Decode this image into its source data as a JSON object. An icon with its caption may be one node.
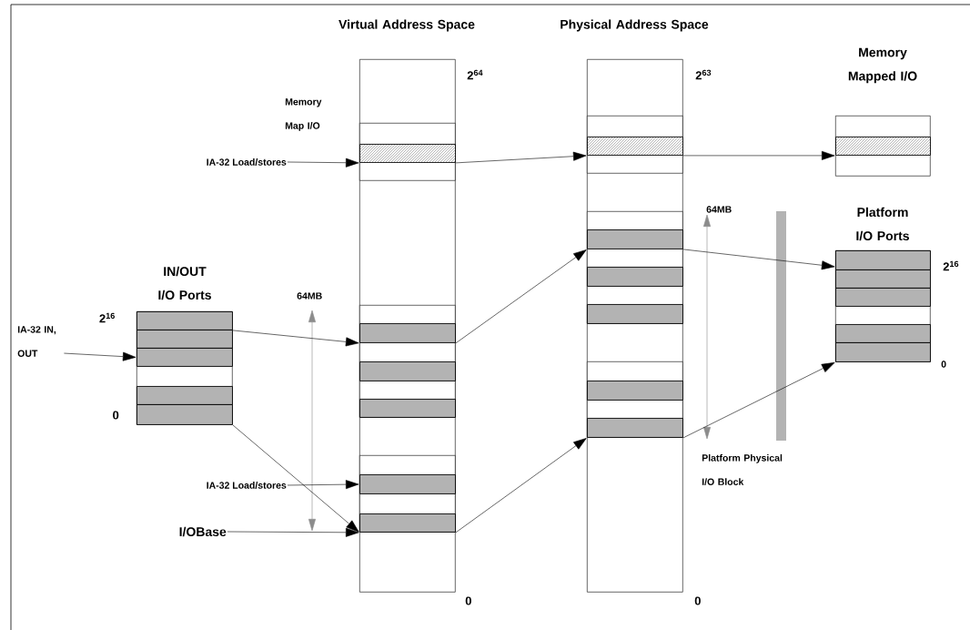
{
  "diagram": {
    "nodes": [
      {
        "text": [
          "Virtual Address Space"
        ]
      },
      {
        "text": [],
        "shape": "box",
        "in": 0
      },
      {
        "text": [],
        "shape": "bar",
        "in": 1
      },
      {
        "text": [],
        "shape": "box",
        "in": 0
      },
      {
        "text": [],
        "shape": "bar",
        "in": 3
      },
      {
        "text": [],
        "shape": "bar",
        "in": 3
      },
      {
        "text": [],
        "shape": "bar",
        "in": 3
      },
      {
        "text": [],
        "shape": "box",
        "in": 0
      },
      {
        "text": [],
        "shape": "bar",
        "in": 7
      },
      {
        "text": [],
        "shape": "bar",
        "in": 7
      },
      {
        "text": [
          "Physical Address Space"
        ]
      },
      {
        "text": [],
        "shape": "box",
        "in": 10
      },
      {
        "text": [],
        "shape": "bar",
        "in": 11
      },
      {
        "text": [],
        "shape": "box",
        "in": 10
      },
      {
        "text": [],
        "shape": "bar",
        "in": 13
      },
      {
        "text": [],
        "shape": "bar",
        "in": 13
      },
      {
        "text": [],
        "shape": "bar",
        "in": 13
      },
      {
        "text": [],
        "shape": "box",
        "in": 10
      },
      {
        "text": [],
        "shape": "bar",
        "in": 17
      },
      {
        "text": [],
        "shape": "bar",
        "in": 17
      },
      {
        "text": [
          "Memory Mapped I/O"
        ]
      },
      {
        "text": [],
        "shape": "bar",
        "in": 20
      },
      {
        "text": [
          "Platform I/O Ports"
        ]
      },
      {
        "text": [],
        "shape": "bar",
        "in": 22
      },
      {
        "text": [],
        "shape": "bar",
        "in": 22
      },
      {
        "text": [],
        "shape": "bar",
        "in": 22
      },
      {
        "text": [],
        "shape": "bar",
        "in": 22
      },
      {
        "text": [],
        "shape": "bar",
        "in": 22
      },
      {
        "text": [
          "IN/OUT I/O Ports"
        ]
      },
      {
        "text": [],
        "shape": "bar",
        "in": 28
      },
      {
        "text": [],
        "shape": "bar",
        "in": 28
      },
      {
        "text": [],
        "shape": "bar",
        "in": 28
      },
      {
        "text": [],
        "shape": "bar",
        "in": 28
      },
      {
        "text": [],
        "shape": "bar",
        "in": 28
      },
      {
        "text": [
          "IA-32 Load/stores"
        ]
      },
      {
        "text": [
          "IA-32 IN, OUT"
        ]
      },
      {
        "text": [
          "IA-32 Load/stores"
        ]
      },
      {
        "text": [
          "I/OBase"
        ]
      }
    ],
    "edges": [
      {
        "from": 34,
        "to": 2,
        "arrow": "to"
      },
      {
        "from": 2,
        "to": 12,
        "arrow": "to"
      },
      {
        "from": 12,
        "to": 21,
        "arrow": "to"
      },
      {
        "from": 35,
        "to": 31,
        "arrow": "to"
      },
      {
        "from": 29,
        "to": 4,
        "arrow": "to"
      },
      {
        "from": 33,
        "to": 9,
        "arrow": "to"
      },
      {
        "from": 4,
        "to": 14,
        "arrow": "to"
      },
      {
        "from": 14,
        "to": 23,
        "arrow": "to"
      },
      {
        "from": 9,
        "to": 19,
        "arrow": "to"
      },
      {
        "from": 19,
        "to": 27,
        "arrow": "to"
      },
      {
        "from": 36,
        "to": 8,
        "arrow": "to"
      },
      {
        "from": 37,
        "to": 9,
        "arrow": "to"
      }
    ],
    "labels": [
      "2$^{64}$",
      "Memory Map I/O",
      "2$^{63}$",
      "64MB",
      "2$^{16}$",
      "2$^{16}$",
      "64MB",
      "0",
      "0",
      "Platform Physical I/O Block",
      "0",
      "0"
    ]
  }
}
